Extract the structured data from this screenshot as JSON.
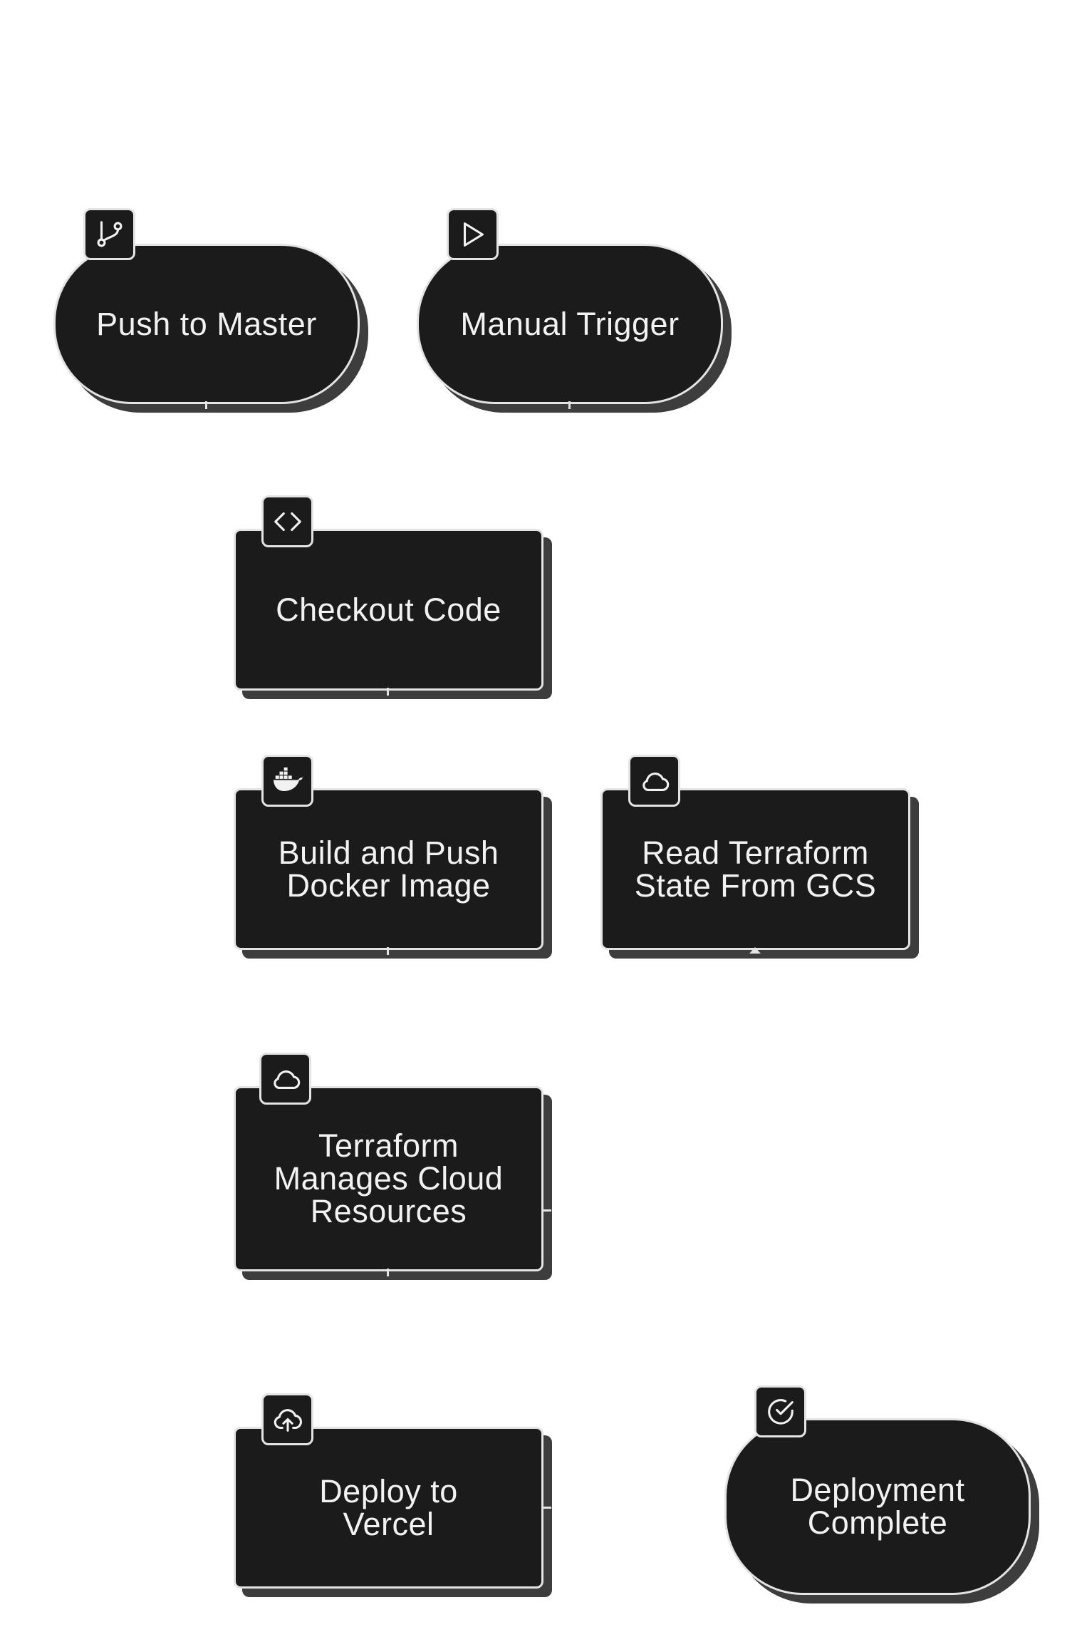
{
  "diagram": {
    "nodes": [
      {
        "id": "push-to-master",
        "label": "Push to Master",
        "shape": "pill",
        "icon": "git-branch-icon"
      },
      {
        "id": "manual-trigger",
        "label": "Manual Trigger",
        "shape": "pill",
        "icon": "play-icon"
      },
      {
        "id": "checkout-code",
        "label": "Checkout Code",
        "shape": "rect",
        "icon": "code-icon"
      },
      {
        "id": "build-push-docker",
        "label": "Build and Push\nDocker Image",
        "shape": "rect",
        "icon": "docker-icon"
      },
      {
        "id": "read-terraform-state",
        "label": "Read Terraform\nState From GCS",
        "shape": "rect",
        "icon": "cloud-icon"
      },
      {
        "id": "terraform-manages",
        "label": "Terraform\nManages Cloud\nResources",
        "shape": "rect",
        "icon": "cloud-icon"
      },
      {
        "id": "deploy-vercel",
        "label": "Deploy to\nVercel",
        "shape": "rect",
        "icon": "cloud-upload-icon"
      },
      {
        "id": "deployment-complete",
        "label": "Deployment\nComplete",
        "shape": "pill",
        "icon": "check-circle-icon"
      }
    ],
    "colors": {
      "node_fill": "#1b1b1b",
      "node_border": "#e4e4e4",
      "node_shadow": "#3d3d3d",
      "text": "#f2f2f2",
      "background": "#ffffff"
    }
  }
}
